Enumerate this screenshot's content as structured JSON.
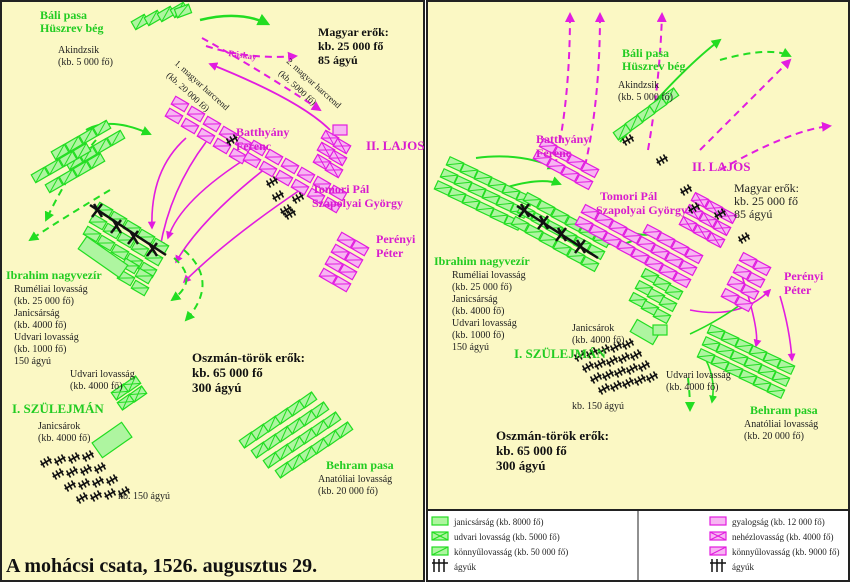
{
  "colors": {
    "background": "#fbf8c4",
    "frame": "#222222",
    "ottoman_green": "#22dd22",
    "ottoman_fill": "#aef5a0",
    "hungarian_magenta": "#e21ce0",
    "hungarian_fill": "#f7b5f2"
  },
  "title": "A mohácsi csata, 1526. augusztus 29.",
  "left_panel": {
    "bali_pasa": "Báli pasa",
    "huszrev_beg": "Hüszrev bég",
    "akindzsik": "Akindzsik",
    "akindzsik_count": "(kb. 5 000 fő)",
    "rasky": "Ráskay",
    "magyar_title": "Magyar erők:",
    "magyar_count": "kb. 25 000 fő",
    "magyar_cannons": "85 ágyú",
    "first_line_a": "1. magyar harcrend",
    "first_line_b": "(kb. 20 000 fő)",
    "second_line_a": "2. magyar harcrend",
    "second_line_b": "(kb. 5000 fő)",
    "batthyany": "Batthyány",
    "ferenc": "Ferenc",
    "lajos": "II. LAJOS",
    "tomori": "Tomori Pál",
    "szapolyai": "Szapolyai György",
    "pereny": "Perényi",
    "peter": "Péter",
    "ibrahim": "Ibrahim nagyvezír",
    "rumeli": "Ruméliai lovasság",
    "rumeli_count": "(kb. 25 000 fő)",
    "janicsarsag": "Janicsárság",
    "janicsarsag_count": "(kb. 4000 fő)",
    "udvari": "Udvari lovasság",
    "udvari_count": "(kb. 1000 fő)",
    "agyu150": "150 ágyú",
    "oszman_title": "Oszmán-török erők:",
    "oszman_count": "kb. 65 000 fő",
    "oszman_cannons": "300 ágyú",
    "udvari2": "Udvari lovasság",
    "udvari2_count": "(kb. 4000 fő)",
    "szulejman": "I. SZÜLEJMÁN",
    "janicsarok": "Janicsárok",
    "janicsarok_count": "(kb. 4000 fő)",
    "behram": "Behram pasa",
    "anatoliai": "Anatóliai lovasság",
    "anatoliai_count": "(kb. 20 000 fő)",
    "agyu_kb150": "kb. 150 ágyú"
  },
  "right_panel": {
    "bali_pasa": "Báli pasa",
    "huszrev_beg": "Hüszrev bég",
    "akindzsik": "Akindzsik",
    "akindzsik_count": "(kb. 5 000 fő)",
    "batthyany": "Batthyány",
    "ferenc": "Ferenc",
    "lajos": "II. LAJOS",
    "tomori": "Tomori Pál",
    "szapolyai": "Szapolyai György",
    "magyar_title": "Magyar erők:",
    "magyar_count": "kb. 25 000 fő",
    "magyar_cannons": "85 ágyú",
    "ibrahim": "Ibrahim nagyvezír",
    "rumeli": "Ruméliai lovasság",
    "rumeli_count": "(kb. 25 000 fő)",
    "janicsarsag": "Janicsárság",
    "janicsarsag_count": "(kb. 4000 fő)",
    "udvari": "Udvari lovasság",
    "udvari_count": "(kb. 1000 fő)",
    "agyu150": "150 ágyú",
    "janicsarok": "Janicsárok",
    "janicsarok_count": "(kb. 4000 fő)",
    "pereny": "Perényi",
    "peter": "Péter",
    "szulejman": "I. SZÜLEJMÁN",
    "udvari2": "Udvari lovasság",
    "udvari2_count": "(kb. 4000 fő)",
    "agyu_kb150": "kb. 150 ágyú",
    "behram": "Behram pasa",
    "anatoliai": "Anatóliai lovasság",
    "anatoliai_count": "(kb. 20 000 fő)",
    "oszman_title": "Oszmán-török erők:",
    "oszman_count": "kb. 65 000 fő",
    "oszman_cannons": "300 ágyú"
  },
  "legend": {
    "ottoman": [
      {
        "label": "janicsárság (kb. 8000 fő)",
        "symbol": "plain"
      },
      {
        "label": "udvari lovasság (kb. 5000 fő)",
        "symbol": "cross"
      },
      {
        "label": "könnyűlovasság (kb. 50 000 fő)",
        "symbol": "diagonal"
      },
      {
        "label": "ágyúk",
        "symbol": "cannon"
      }
    ],
    "hungarian": [
      {
        "label": "gyalogság (kb. 12 000 fő)",
        "symbol": "plain"
      },
      {
        "label": "nehézlovasság (kb. 4000 fő)",
        "symbol": "cross"
      },
      {
        "label": "könnyűlovasság (kb. 9000 fő)",
        "symbol": "diagonal"
      },
      {
        "label": "ágyúk",
        "symbol": "cannon"
      }
    ]
  }
}
